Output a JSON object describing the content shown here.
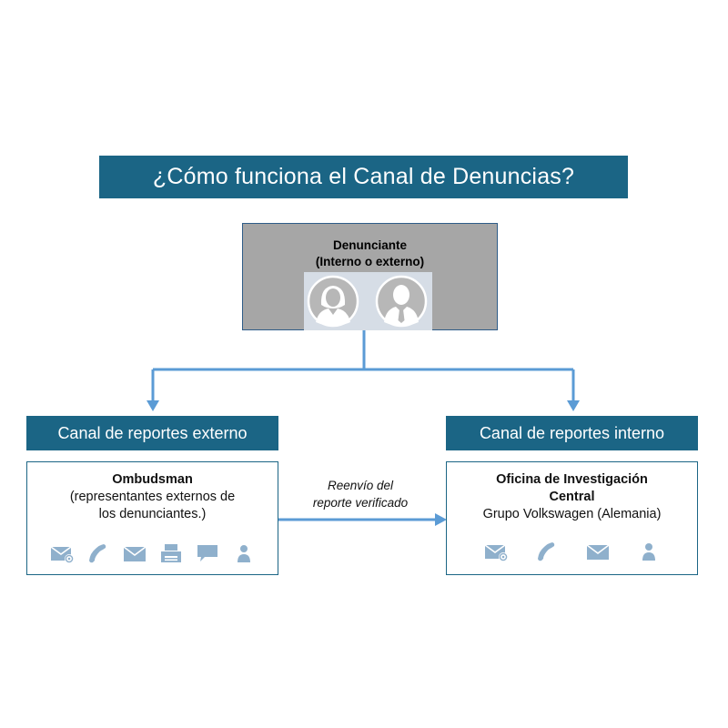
{
  "title": "¿Cómo funciona el Canal de Denuncias?",
  "reporter": {
    "line1": "Denunciante",
    "line2": "(Interno o externo)",
    "avatars": [
      "female-avatar-icon",
      "male-avatar-icon"
    ]
  },
  "external_channel": {
    "header": "Canal de reportes externo",
    "name": "Ombudsman",
    "desc_line1": "(representantes externos de",
    "desc_line2": "los denunciantes.)",
    "icons": [
      "email-at-icon",
      "phone-icon",
      "envelope-icon",
      "fax-icon",
      "chat-bubble-icon",
      "person-icon"
    ]
  },
  "internal_channel": {
    "header": "Canal de reportes interno",
    "name_line1": "Oficina de Investigación",
    "name_line2": "Central",
    "desc": "Grupo Volkswagen (Alemania)",
    "icons": [
      "email-at-icon",
      "phone-icon",
      "envelope-icon",
      "person-icon"
    ]
  },
  "forward": {
    "line1": "Reenvío del",
    "line2": "reporte verificado"
  },
  "colors": {
    "header_bg": "#1b6585",
    "reporter_bg": "#a6a6a6",
    "connector": "#5b9bd5",
    "icon": "#8fb0cc"
  }
}
